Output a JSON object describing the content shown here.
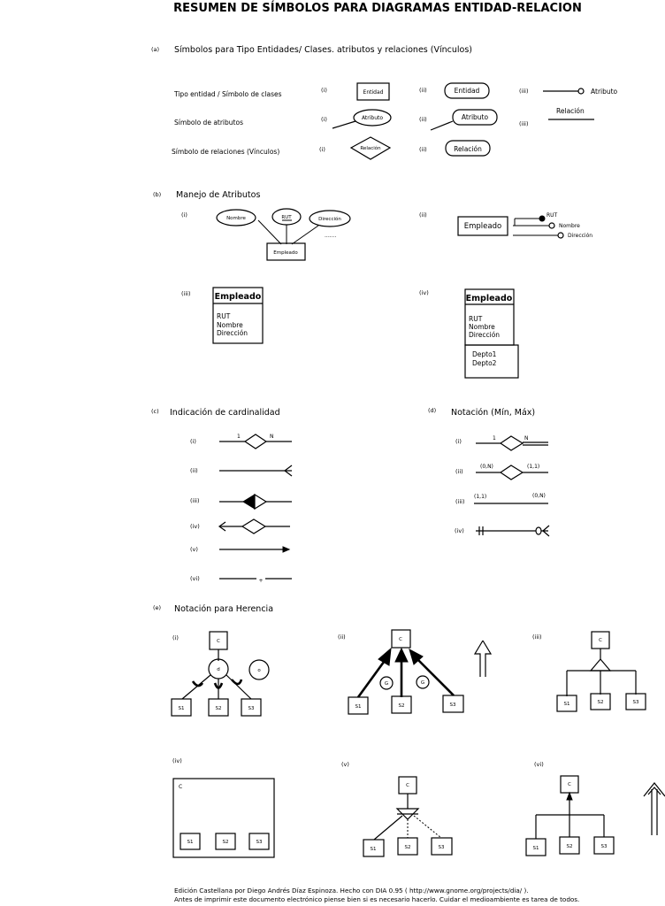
{
  "title": "RESUMEN DE SÍMBOLOS PARA DIAGRAMAS ENTIDAD-RELACION",
  "romans": {
    "i": "(i)",
    "ii": "(ii)",
    "iii": "(iii)",
    "iv": "(iv)",
    "v": "(v)",
    "vi": "(vi)"
  },
  "section_a": {
    "letter": "(a)",
    "heading": "Símbolos para Tipo Entidades/ Clases. atributos y relaciones (Vínculos)",
    "row_entity": "Tipo entidad / Símbolo de clases",
    "row_attribute": "Símbolo de atributos",
    "row_relation": "Símbolo de relaciones (Vínculos)",
    "entidad": "Entidad",
    "atributo": "Atributo",
    "relacion": "Relación"
  },
  "section_b": {
    "letter": "(b)",
    "heading": "Manejo de Atributos",
    "nombre": "Nombre",
    "rut": "RUT",
    "direccion": "Dirección",
    "dots": ".......",
    "empleado": "Empleado",
    "depto1": "Depto1",
    "depto2": "Depto2"
  },
  "section_c": {
    "letter": "(c)",
    "heading": "Indicación de cardinalidad",
    "one": "1",
    "n": "N",
    "plus": "+"
  },
  "section_d": {
    "letter": "(d)",
    "heading": "Notación (Mín, Máx)",
    "one": "1",
    "n": "N",
    "zero_n": "(0,N)",
    "one_one": "(1,1)"
  },
  "section_e": {
    "letter": "(e)",
    "heading": "Notación para Herencia",
    "c": "C",
    "d": "d",
    "o": "o",
    "g": "G",
    "s1": "S1",
    "s2": "S2",
    "s3": "S3"
  },
  "footer": {
    "line1": "Edición Castellana por Diego Andrés Díaz Espinoza. Hecho con DIA 0.95 ( http://www.gnome.org/projects/dia/ ).",
    "line2": "Antes de imprimir este documento electrónico piense bien si es necesario hacerlo. Cuidar el medioambiente es tarea de todos."
  }
}
